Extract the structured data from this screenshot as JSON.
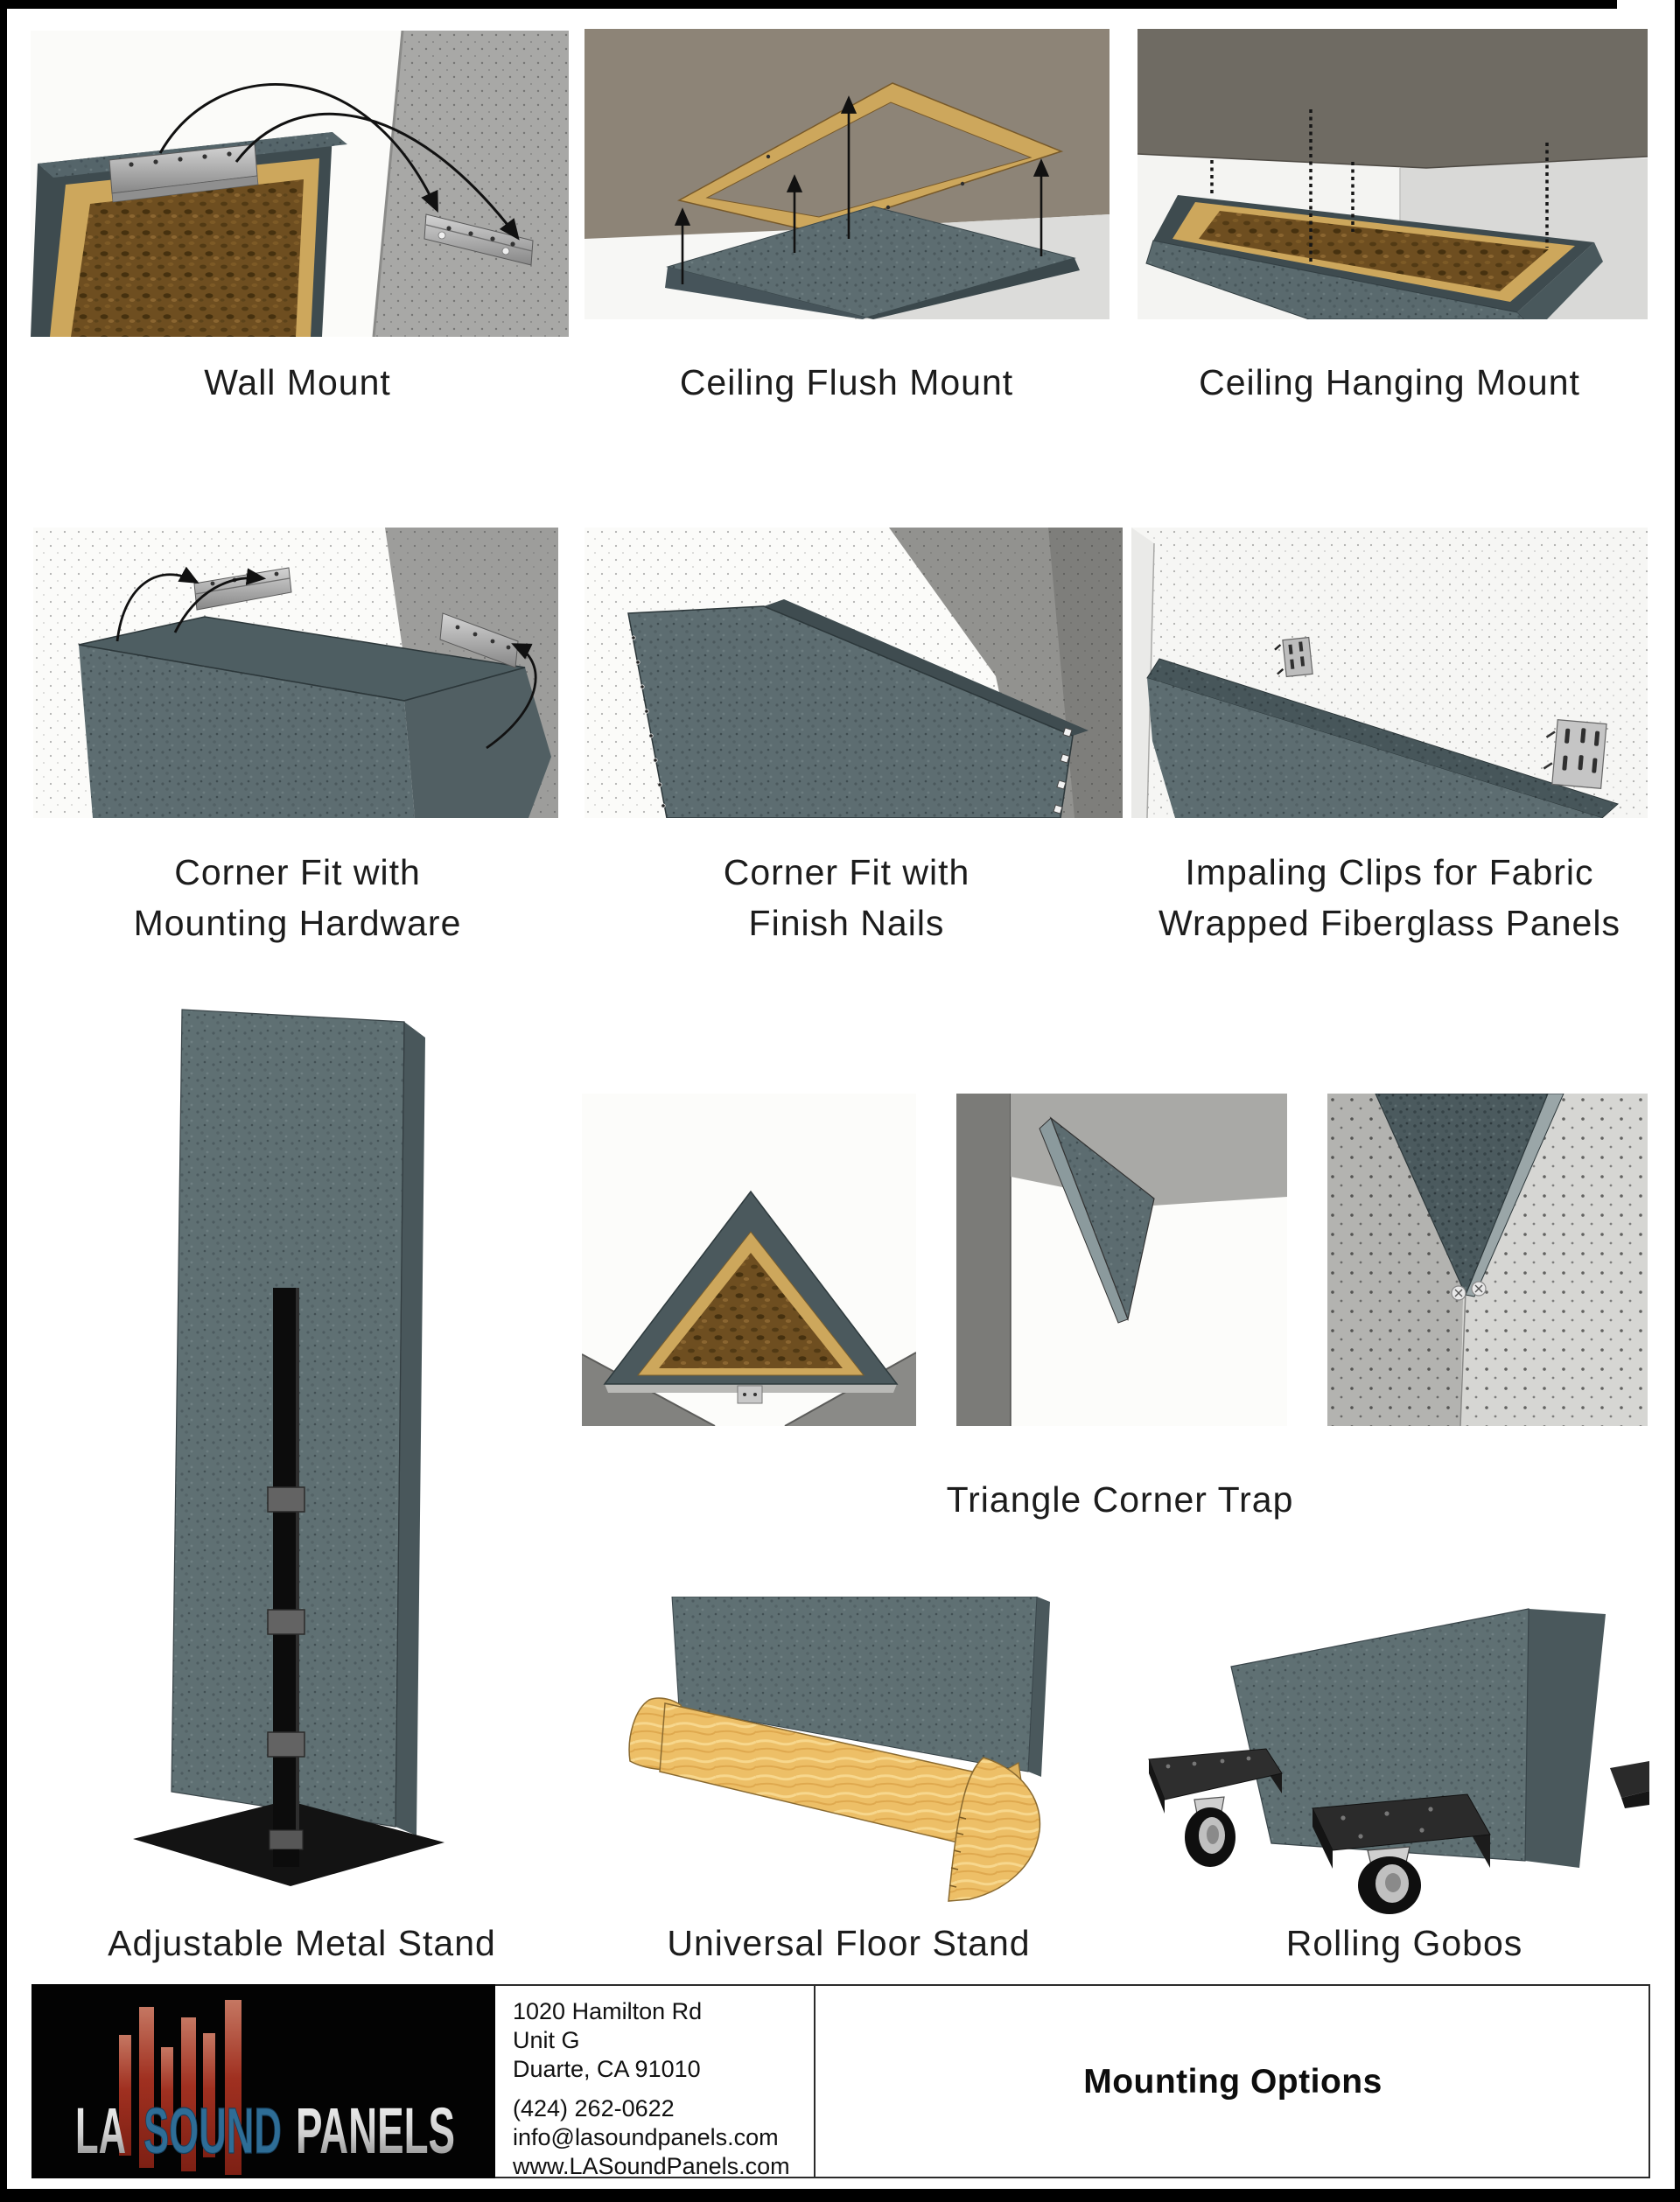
{
  "figures": {
    "wall_mount": {
      "caption": "Wall Mount"
    },
    "ceiling_flush": {
      "caption": "Ceiling Flush Mount"
    },
    "ceiling_hanging": {
      "caption": "Ceiling Hanging Mount"
    },
    "corner_hardware": {
      "caption_line1": "Corner Fit with",
      "caption_line2": "Mounting Hardware"
    },
    "corner_nails": {
      "caption_line1": "Corner Fit with",
      "caption_line2": "Finish Nails"
    },
    "impaling_clips": {
      "caption_line1": "Impaling Clips for Fabric",
      "caption_line2": "Wrapped Fiberglass Panels"
    },
    "adjustable_stand": {
      "caption": "Adjustable Metal Stand"
    },
    "triangle_trap": {
      "caption": "Triangle Corner Trap"
    },
    "floor_stand": {
      "caption": "Universal Floor Stand"
    },
    "rolling_gobos": {
      "caption": "Rolling Gobos"
    }
  },
  "footer": {
    "logo": {
      "word_la": "LA",
      "word_sound": "SOUND",
      "word_panels": "PANELS"
    },
    "address": {
      "line1": "1020 Hamilton Rd",
      "line2": "Unit G",
      "line3": "Duarte, CA 91010"
    },
    "contact": {
      "phone": "(424) 262-0622",
      "email": "info@lasoundpanels.com",
      "website": "www.LASoundPanels.com"
    },
    "document_title": "Mounting Options"
  },
  "colors": {
    "panel_teal": "#5d6d71",
    "panel_teal_dark": "#47565a",
    "panel_edge_dark": "#374448",
    "wood_tan": "#cda75c",
    "plywood_amber": "#edbf67",
    "fiberboard_brown": "#6e4e20",
    "wall_gray": "#9d9d9b",
    "ceiling_taupe": "#6f6b63",
    "logo_red": "#a93226",
    "logo_blue": "#2e6d96",
    "logo_silver": "#d9d9d9",
    "page_border": "#000000"
  }
}
